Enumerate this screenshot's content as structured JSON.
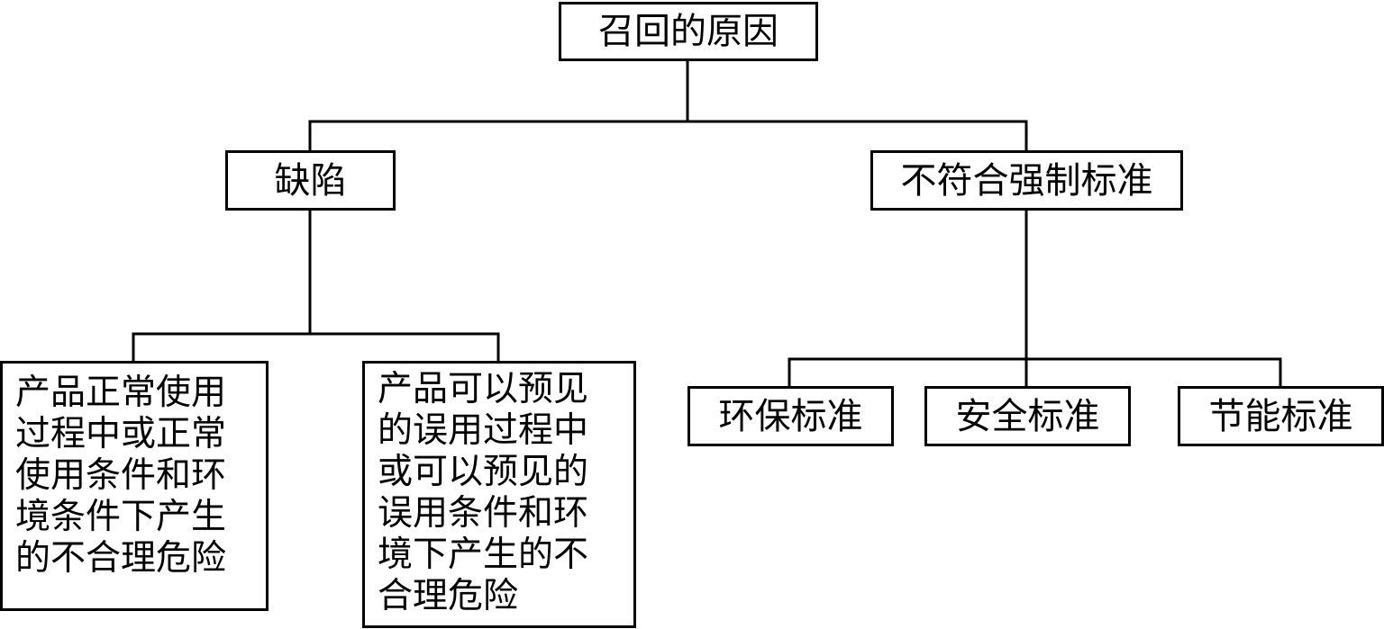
{
  "root": {
    "label": "召回的原因"
  },
  "defect": {
    "label": "缺陷",
    "children": [
      {
        "lines": [
          "产品正常使用",
          "过程中或正常",
          "使用条件和环",
          "境条件下产生",
          "的不合理危险"
        ]
      },
      {
        "lines": [
          "产品可以预见",
          "的误用过程中",
          "或可以预见的",
          "误用条件和环",
          "境下产生的不",
          "合理危险"
        ]
      }
    ]
  },
  "standard": {
    "label": "不符合强制标准",
    "children": [
      {
        "label": "环保标准"
      },
      {
        "label": "安全标准"
      },
      {
        "label": "节能标准"
      }
    ]
  }
}
